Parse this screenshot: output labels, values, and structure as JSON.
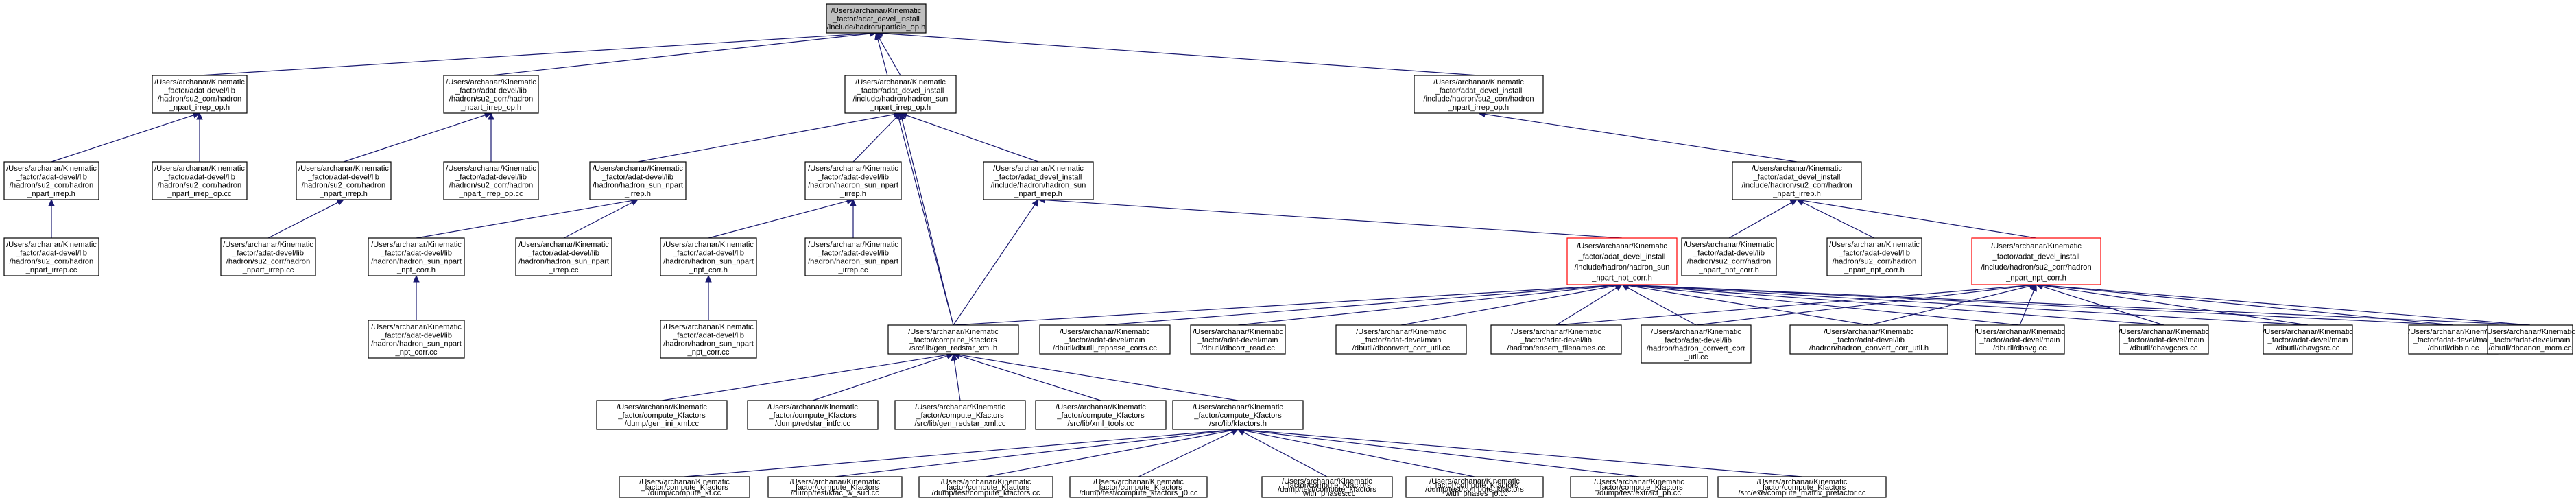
{
  "graph": {
    "edge_color": "#191970",
    "highlight_border_color": "#ff0000",
    "root_fill": "#bfbfbf",
    "nodes": [
      {
        "id": "root",
        "lines": [
          "/Users/archanar/Kinematic",
          "_factor/adat_devel_install",
          "/include/hadron/particle_op.h"
        ]
      },
      {
        "id": "su2_irrep_op_h",
        "lines": [
          "/Users/archanar/Kinematic",
          "_factor/adat-devel/lib",
          "/hadron/su2_corr/hadron",
          "_npart_irrep_op.h"
        ]
      },
      {
        "id": "su2_irrep_op_h_b",
        "lines": [
          "/Users/archanar/Kinematic",
          "_factor/adat-devel/lib",
          "/hadron/su2_corr/hadron",
          "_npart_irrep_op.h"
        ]
      },
      {
        "id": "sun_irrep_op_h_inst",
        "lines": [
          "/Users/archanar/Kinematic",
          "_factor/adat_devel_install",
          "/include/hadron/hadron_sun",
          "_npart_irrep_op.h"
        ]
      },
      {
        "id": "su2_irrep_op_h_inst",
        "lines": [
          "/Users/archanar/Kinematic",
          "_factor/adat_devel_install",
          "/include/hadron/su2_corr/hadron",
          "_npart_irrep_op.h"
        ]
      },
      {
        "id": "su2_irrep_h_a",
        "lines": [
          "/Users/archanar/Kinematic",
          "_factor/adat-devel/lib",
          "/hadron/su2_corr/hadron",
          "_npart_irrep.h"
        ]
      },
      {
        "id": "su2_irrep_op_cc_a",
        "lines": [
          "/Users/archanar/Kinematic",
          "_factor/adat-devel/lib",
          "/hadron/su2_corr/hadron",
          "_npart_irrep_op.cc"
        ]
      },
      {
        "id": "su2_irrep_h_b",
        "lines": [
          "/Users/archanar/Kinematic",
          "_factor/adat-devel/lib",
          "/hadron/su2_corr/hadron",
          "_npart_irrep.h"
        ]
      },
      {
        "id": "su2_irrep_op_cc_b",
        "lines": [
          "/Users/archanar/Kinematic",
          "_factor/adat-devel/lib",
          "/hadron/su2_corr/hadron",
          "_npart_irrep_op.cc"
        ]
      },
      {
        "id": "sun_irrep_h_lib_a",
        "lines": [
          "/Users/archanar/Kinematic",
          "_factor/adat-devel/lib",
          "/hadron/hadron_sun_npart",
          "_irrep.h"
        ]
      },
      {
        "id": "sun_irrep_h_lib_b",
        "lines": [
          "/Users/archanar/Kinematic",
          "_factor/adat-devel/lib",
          "/hadron/hadron_sun_npart",
          "_irrep.h"
        ]
      },
      {
        "id": "sun_irrep_h_inst",
        "lines": [
          "/Users/archanar/Kinematic",
          "_factor/adat_devel_install",
          "/include/hadron/hadron_sun",
          "_npart_irrep.h"
        ]
      },
      {
        "id": "su2_irrep_h_inst",
        "lines": [
          "/Users/archanar/Kinematic",
          "_factor/adat_devel_install",
          "/include/hadron/su2_corr/hadron",
          "_npart_irrep.h"
        ]
      },
      {
        "id": "su2_irrep_cc_a",
        "lines": [
          "/Users/archanar/Kinematic",
          "_factor/adat-devel/lib",
          "/hadron/su2_corr/hadron",
          "_npart_irrep.cc"
        ]
      },
      {
        "id": "su2_irrep_cc_b",
        "lines": [
          "/Users/archanar/Kinematic",
          "_factor/adat-devel/lib",
          "/hadron/su2_corr/hadron",
          "_npart_irrep.cc"
        ]
      },
      {
        "id": "sun_npt_corr_h_a",
        "lines": [
          "/Users/archanar/Kinematic",
          "_factor/adat-devel/lib",
          "/hadron/hadron_sun_npart",
          "_npt_corr.h"
        ]
      },
      {
        "id": "sun_irrep_cc_a",
        "lines": [
          "/Users/archanar/Kinematic",
          "_factor/adat-devel/lib",
          "/hadron/hadron_sun_npart",
          "_irrep.cc"
        ]
      },
      {
        "id": "sun_npt_corr_h_b",
        "lines": [
          "/Users/archanar/Kinematic",
          "_factor/adat-devel/lib",
          "/hadron/hadron_sun_npart",
          "_npt_corr.h"
        ]
      },
      {
        "id": "sun_irrep_cc_b",
        "lines": [
          "/Users/archanar/Kinematic",
          "_factor/adat-devel/lib",
          "/hadron/hadron_sun_npart",
          "_irrep.cc"
        ]
      },
      {
        "id": "sun_npt_corr_h_inst",
        "lines": [
          "/Users/archanar/Kinematic",
          "_factor/adat_devel_install",
          "/include/hadron/hadron_sun",
          "_npart_npt_corr.h"
        ]
      },
      {
        "id": "su2_npt_corr_h_a",
        "lines": [
          "/Users/archanar/Kinematic",
          "_factor/adat-devel/lib",
          "/hadron/su2_corr/hadron",
          "_npart_npt_corr.h"
        ]
      },
      {
        "id": "su2_npt_corr_h_b",
        "lines": [
          "/Users/archanar/Kinematic",
          "_factor/adat-devel/lib",
          "/hadron/su2_corr/hadron",
          "_npart_npt_corr.h"
        ]
      },
      {
        "id": "su2_npt_corr_h_inst",
        "lines": [
          "/Users/archanar/Kinematic",
          "_factor/adat_devel_install",
          "/include/hadron/su2_corr/hadron",
          "_npart_npt_corr.h"
        ]
      },
      {
        "id": "sun_npt_corr_cc_a",
        "lines": [
          "/Users/archanar/Kinematic",
          "_factor/adat-devel/lib",
          "/hadron/hadron_sun_npart",
          "_npt_corr.cc"
        ]
      },
      {
        "id": "sun_npt_corr_cc_b",
        "lines": [
          "/Users/archanar/Kinematic",
          "_factor/adat-devel/lib",
          "/hadron/hadron_sun_npart",
          "_npt_corr.cc"
        ]
      },
      {
        "id": "redstar_xml_h",
        "lines": [
          "/Users/archanar/Kinematic",
          "_factor/compute_Kfactors",
          "/src/lib/gen_redstar_xml.h"
        ]
      },
      {
        "id": "dbutil_rephase",
        "lines": [
          "/Users/archanar/Kinematic",
          "_factor/adat-devel/main",
          "/dbutil/dbutil_rephase_corrs.cc"
        ]
      },
      {
        "id": "dbcorr_read",
        "lines": [
          "/Users/archanar/Kinematic",
          "_factor/adat-devel/main",
          "/dbutil/dbcorr_read.cc"
        ]
      },
      {
        "id": "dbconvert",
        "lines": [
          "/Users/archanar/Kinematic",
          "_factor/adat-devel/main",
          "/dbutil/dbconvert_corr_util.cc"
        ]
      },
      {
        "id": "ensem_filenames",
        "lines": [
          "/Users/archanar/Kinematic",
          "_factor/adat-devel/lib",
          "/hadron/ensem_filenames.cc"
        ]
      },
      {
        "id": "convert_corr_util_cc",
        "lines": [
          "/Users/archanar/Kinematic",
          "_factor/adat-devel/lib",
          "/hadron/hadron_convert_corr",
          "_util.cc"
        ]
      },
      {
        "id": "convert_corr_util_h",
        "lines": [
          "/Users/archanar/Kinematic",
          "_factor/adat-devel/lib",
          "/hadron/hadron_convert_corr_util.h"
        ]
      },
      {
        "id": "dbavg",
        "lines": [
          "/Users/archanar/Kinematic",
          "_factor/adat-devel/main",
          "/dbutil/dbavg.cc"
        ]
      },
      {
        "id": "dbavgcors",
        "lines": [
          "/Users/archanar/Kinematic",
          "_factor/adat-devel/main",
          "/dbutil/dbavgcors.cc"
        ]
      },
      {
        "id": "dbavgsrc",
        "lines": [
          "/Users/archanar/Kinematic",
          "_factor/adat-devel/main",
          "/dbutil/dbavgsrc.cc"
        ]
      },
      {
        "id": "dbbin",
        "lines": [
          "/Users/archanar/Kinematic",
          "_factor/adat-devel/main",
          "/dbutil/dbbin.cc"
        ]
      },
      {
        "id": "dbcanon",
        "lines": [
          "/Users/archanar/Kinematic",
          "_factor/adat-devel/main",
          "/dbutil/dbcanon_mom.cc"
        ]
      },
      {
        "id": "gen_ini_xml",
        "lines": [
          "/Users/archanar/Kinematic",
          "_factor/compute_Kfactors",
          "/dump/gen_ini_xml.cc"
        ]
      },
      {
        "id": "redstar_intfc",
        "lines": [
          "/Users/archanar/Kinematic",
          "_factor/compute_Kfactors",
          "/dump/redstar_intfc.cc"
        ]
      },
      {
        "id": "gen_redstar_xml_cc",
        "lines": [
          "/Users/archanar/Kinematic",
          "_factor/compute_Kfactors",
          "/src/lib/gen_redstar_xml.cc"
        ]
      },
      {
        "id": "xml_tools",
        "lines": [
          "/Users/archanar/Kinematic",
          "_factor/compute_Kfactors",
          "/src/lib/xml_tools.cc"
        ]
      },
      {
        "id": "kfactors_h",
        "lines": [
          "/Users/archanar/Kinematic",
          "_factor/compute_Kfactors",
          "/src/lib/kfactors.h"
        ]
      },
      {
        "id": "compute_kf",
        "lines": [
          "/Users/archanar/Kinematic",
          "_factor/compute_Kfactors",
          "/dump/compute_kf.cc"
        ]
      },
      {
        "id": "kfac_w_sud",
        "lines": [
          "/Users/archanar/Kinematic",
          "_factor/compute_Kfactors",
          "/dump/test/kfac_w_sud.cc"
        ]
      },
      {
        "id": "compute_kfactors",
        "lines": [
          "/Users/archanar/Kinematic",
          "_factor/compute_Kfactors",
          "/dump/test/compute_kfactors.cc"
        ]
      },
      {
        "id": "compute_kfactors_j0",
        "lines": [
          "/Users/archanar/Kinematic",
          "_factor/compute_Kfactors",
          "/dump/test/compute_kfactors_j0.cc"
        ]
      },
      {
        "id": "with_phases",
        "lines": [
          "/Users/archanar/Kinematic",
          "_factor/compute_Kfactors",
          "/dump/test/compute_kfactors",
          "_with_phases.cc"
        ]
      },
      {
        "id": "with_phases_j0",
        "lines": [
          "/Users/archanar/Kinematic",
          "_factor/compute_Kfactors",
          "/dump/test/compute_kfactors",
          "_with_phases_j0.cc"
        ]
      },
      {
        "id": "extract_ph",
        "lines": [
          "/Users/archanar/Kinematic",
          "_factor/compute_Kfactors",
          "/dump/test/extract_ph.cc"
        ]
      },
      {
        "id": "matrix_prefactor",
        "lines": [
          "/Users/archanar/Kinematic",
          "_factor/compute_Kfactors",
          "/src/exe/compute_matrix_prefactor.cc"
        ]
      }
    ]
  }
}
